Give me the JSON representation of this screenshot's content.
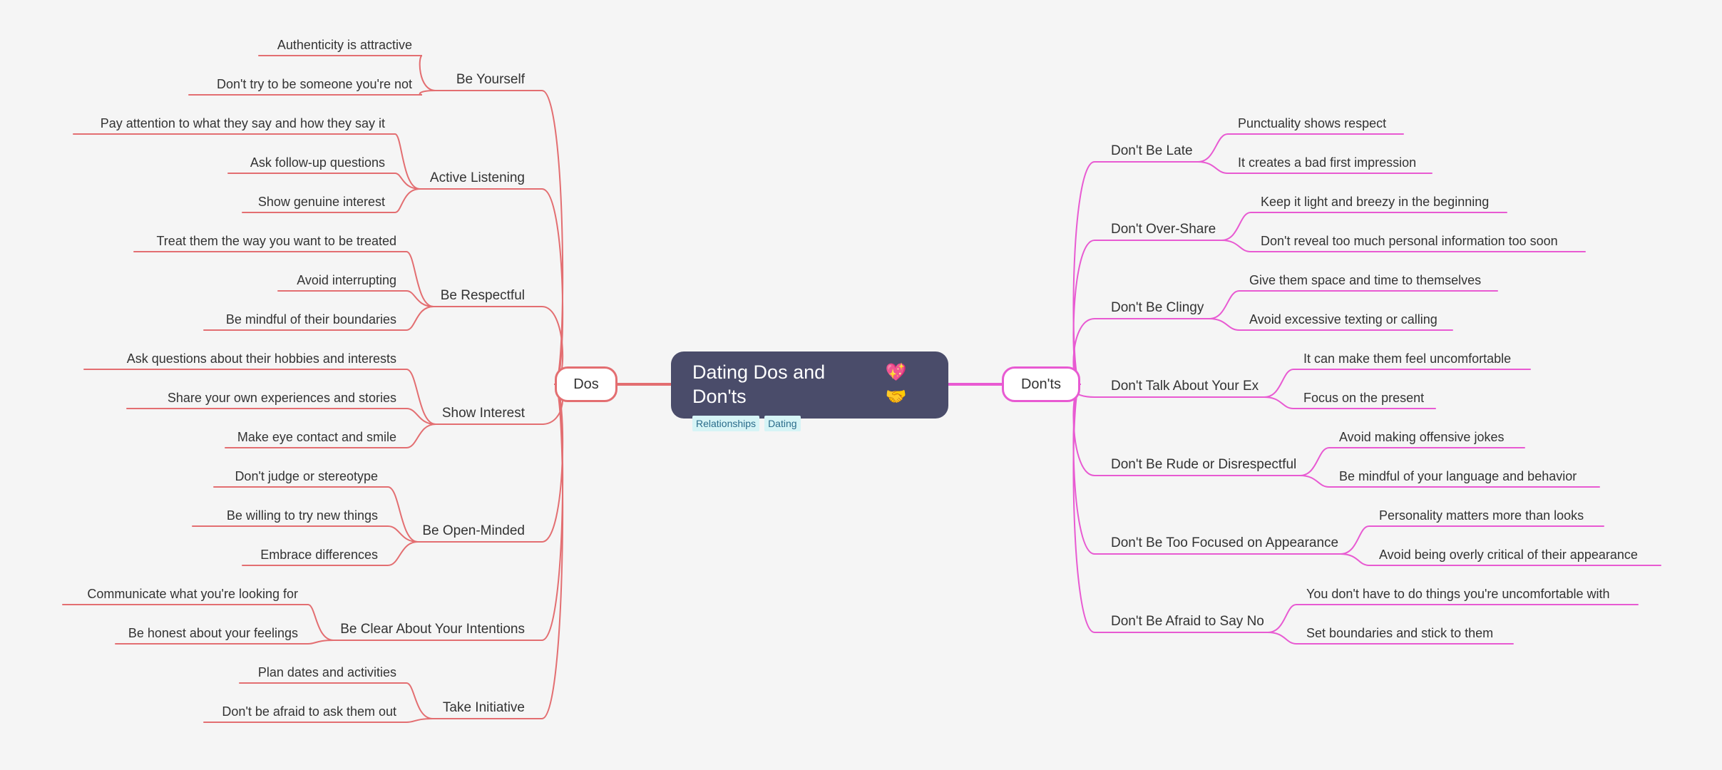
{
  "root": {
    "title": "Dating Dos and Don'ts",
    "emoji": "💖🤝",
    "tags": [
      "Relationships",
      "Dating"
    ]
  },
  "colors": {
    "background": "#f5f5f5",
    "root_fill": "#4a4c6a",
    "dos_line": "#e36e71",
    "donts_line": "#e85ad2",
    "tag_fill": "#d6f4f6",
    "tag_text": "#2b6c8b"
  },
  "dos": {
    "label": "Dos",
    "topics": [
      {
        "label": "Be Yourself",
        "items": [
          "Authenticity is attractive",
          "Don't try to be someone you're not"
        ]
      },
      {
        "label": "Active Listening",
        "items": [
          "Pay attention to what they say and how they say it",
          "Ask follow-up questions",
          "Show genuine interest"
        ]
      },
      {
        "label": "Be Respectful",
        "items": [
          "Treat them the way you want to be treated",
          "Avoid interrupting",
          "Be mindful of their boundaries"
        ]
      },
      {
        "label": "Show Interest",
        "items": [
          "Ask questions about their hobbies and interests",
          "Share your own experiences and stories",
          "Make eye contact and smile"
        ]
      },
      {
        "label": "Be Open-Minded",
        "items": [
          "Don't judge or stereotype",
          "Be willing to try new things",
          "Embrace differences"
        ]
      },
      {
        "label": "Be Clear About Your Intentions",
        "items": [
          "Communicate what you're looking for",
          "Be honest about your feelings"
        ]
      },
      {
        "label": "Take Initiative",
        "items": [
          "Plan dates and activities",
          "Don't be afraid to ask them out"
        ]
      }
    ]
  },
  "donts": {
    "label": "Don'ts",
    "topics": [
      {
        "label": "Don't Be Late",
        "items": [
          "Punctuality shows respect",
          "It creates a bad first impression"
        ]
      },
      {
        "label": "Don't Over-Share",
        "items": [
          "Keep it light and breezy in the beginning",
          "Don't reveal too much personal information too soon"
        ]
      },
      {
        "label": "Don't Be Clingy",
        "items": [
          "Give them space and time to themselves",
          "Avoid excessive texting or calling"
        ]
      },
      {
        "label": "Don't Talk About Your Ex",
        "items": [
          "It can make them feel uncomfortable",
          "Focus on the present"
        ]
      },
      {
        "label": "Don't Be Rude or Disrespectful",
        "items": [
          "Avoid making offensive jokes",
          "Be mindful of your language and behavior"
        ]
      },
      {
        "label": "Don't Be Too Focused on Appearance",
        "items": [
          "Personality matters more than looks",
          "Avoid being overly critical of their appearance"
        ]
      },
      {
        "label": "Don't Be Afraid to Say No",
        "items": [
          "You don't have to do things you're uncomfortable with",
          "Set boundaries and stick to them"
        ]
      }
    ]
  }
}
